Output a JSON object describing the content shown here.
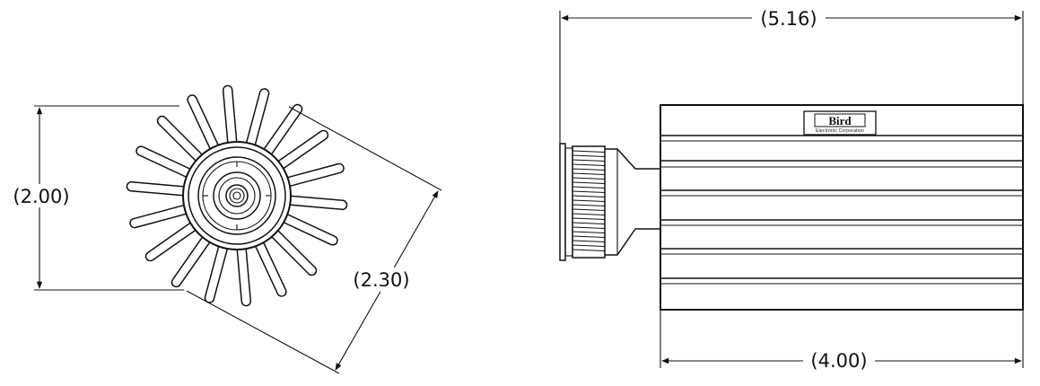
{
  "dimensions": {
    "height_front": "(2.00)",
    "diagonal_front": "(2.30)",
    "overall_length": "(5.16)",
    "body_length": "(4.00)"
  },
  "logo": {
    "brand": "Bird",
    "subtitle": "Electronic Corporation"
  }
}
